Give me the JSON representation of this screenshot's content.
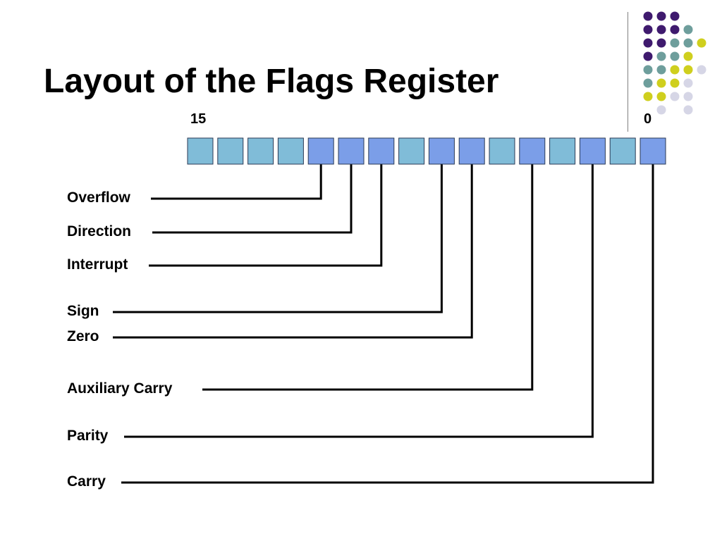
{
  "title": "Layout of the Flags Register",
  "bit_high": "15",
  "bit_low": "0",
  "flags": [
    {
      "label": "Overflow",
      "bit": 11
    },
    {
      "label": "Direction",
      "bit": 10
    },
    {
      "label": "Interrupt",
      "bit": 9
    },
    {
      "label": "Sign",
      "bit": 7
    },
    {
      "label": "Zero",
      "bit": 6
    },
    {
      "label": "Auxiliary Carry",
      "bit": 4
    },
    {
      "label": "Parity",
      "bit": 2
    },
    {
      "label": "Carry",
      "bit": 0
    }
  ],
  "colors": {
    "used_bit": "#7b9ee8",
    "unused_bit": "#80bcd8",
    "purple": "#3f1a6e",
    "teal": "#6e9e9c",
    "olive": "#cfcf1e",
    "lavender": "#d6d6e6"
  },
  "decoration": {
    "dot_grid": [
      [
        "purple",
        "purple",
        "purple",
        "none"
      ],
      [
        "purple",
        "purple",
        "purple",
        "teal"
      ],
      [
        "purple",
        "purple",
        "teal",
        "teal",
        "olive"
      ],
      [
        "purple",
        "teal",
        "teal",
        "olive"
      ],
      [
        "teal",
        "teal",
        "olive",
        "olive",
        "lavender"
      ],
      [
        "teal",
        "olive",
        "olive",
        "lavender"
      ],
      [
        "olive",
        "olive",
        "lavender",
        "lavender"
      ],
      [
        "none",
        "lavender",
        "none",
        "lavender"
      ]
    ]
  }
}
